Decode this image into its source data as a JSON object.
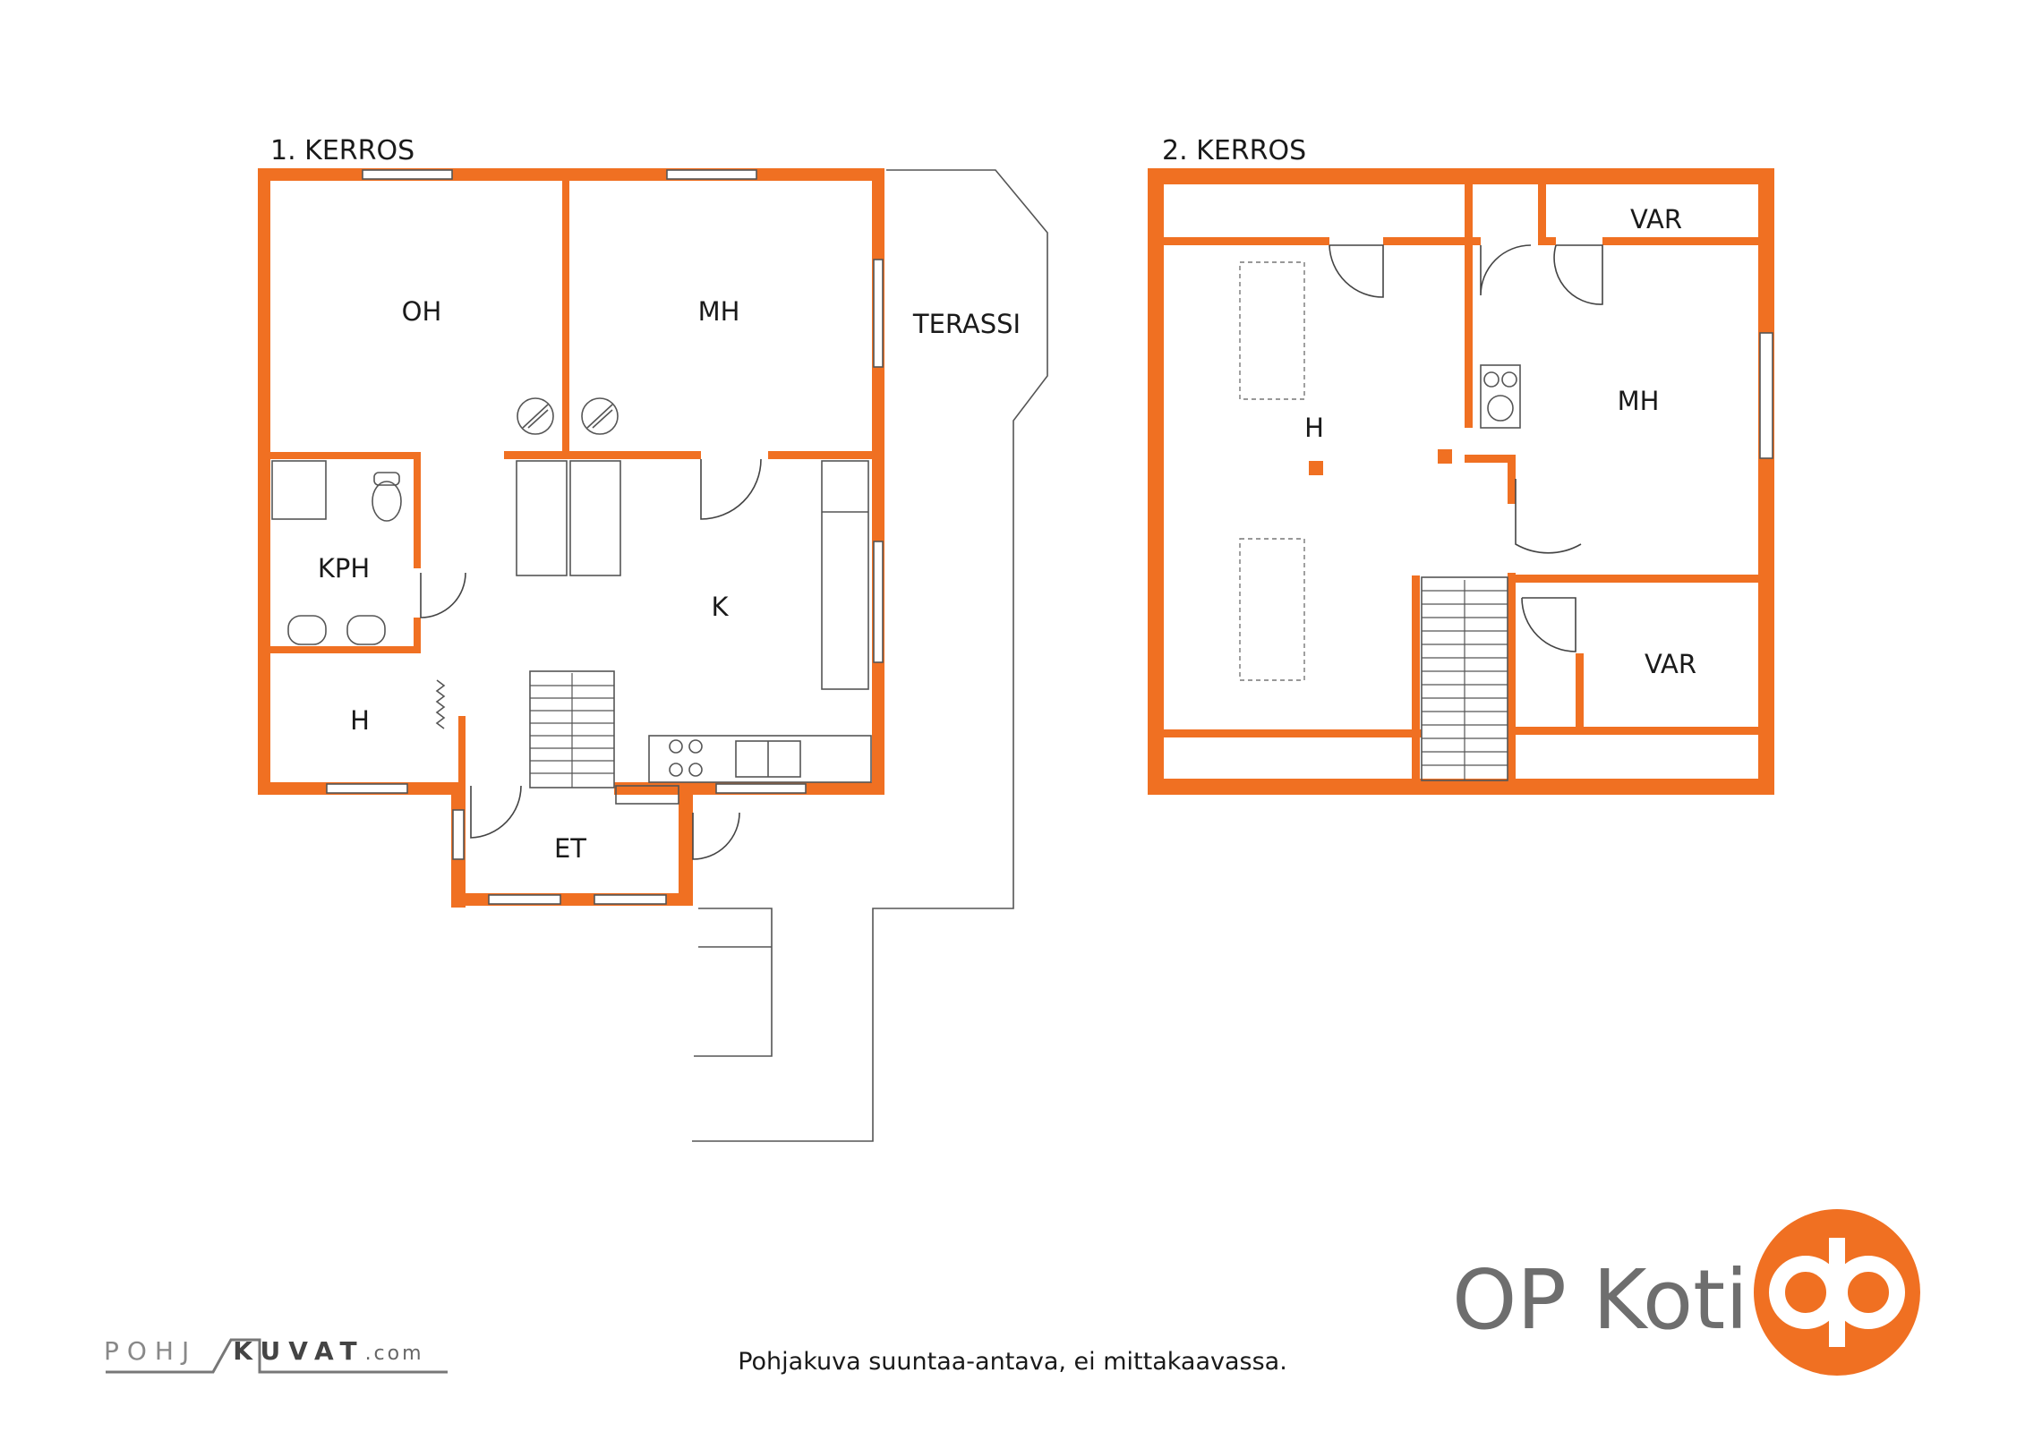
{
  "floors": [
    {
      "title": "1. KERROS",
      "rooms": [
        "OH",
        "MH",
        "TERASSI",
        "KPH",
        "K",
        "H",
        "ET"
      ]
    },
    {
      "title": "2. KERROS",
      "rooms": [
        "VAR",
        "H",
        "MH",
        "VAR"
      ]
    }
  ],
  "brand": {
    "name": "OP Koti",
    "logo_color": "#f07022",
    "logo_icon": "op-symbol-icon"
  },
  "footer": {
    "disclaimer": "Pohjakuva suuntaa-antava, ei mittakaavassa.",
    "credit_part1": "POHJ",
    "credit_part2": "KUVAT",
    "credit_part3": ".com"
  },
  "colors": {
    "walls": "#f07022",
    "lines": "#555555"
  }
}
